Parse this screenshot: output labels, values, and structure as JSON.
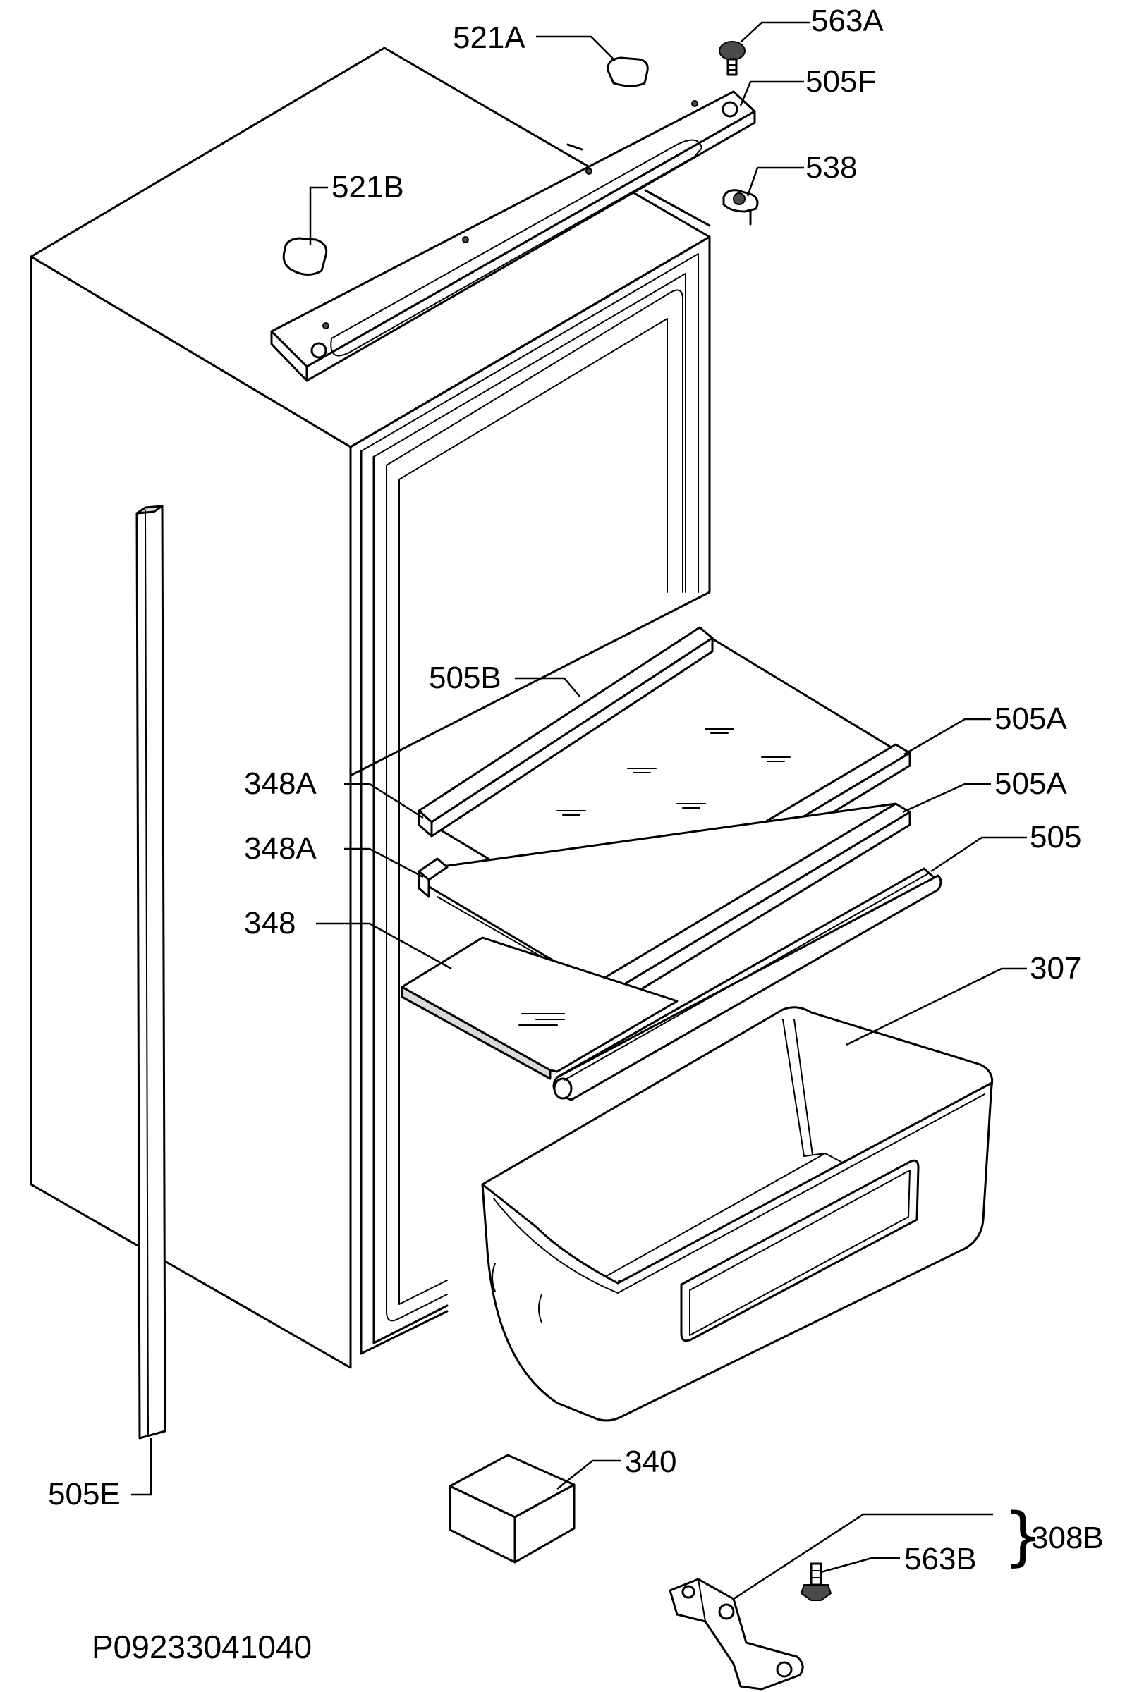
{
  "diagram": {
    "drawing_code": "P09233041040",
    "labels": {
      "p521a": "521A",
      "p563a": "563A",
      "p505f": "505F",
      "p538": "538",
      "p521b": "521B",
      "p505b": "505B",
      "p505a_1": "505A",
      "p505a_2": "505A",
      "p505": "505",
      "p348a_1": "348A",
      "p348a_2": "348A",
      "p348": "348",
      "p307": "307",
      "p340": "340",
      "p505e": "505E",
      "p563b": "563B",
      "p308b": "308B"
    },
    "parts": [
      {
        "id": "521A",
        "icon": "top-cap-icon"
      },
      {
        "id": "563A",
        "icon": "screw-icon"
      },
      {
        "id": "505F",
        "icon": "top-rail-icon"
      },
      {
        "id": "538",
        "icon": "hinge-pin-icon"
      },
      {
        "id": "521B",
        "icon": "top-cap-icon"
      },
      {
        "id": "505B",
        "icon": "shelf-trim-icon"
      },
      {
        "id": "505A",
        "icon": "shelf-trim-icon"
      },
      {
        "id": "505",
        "icon": "shelf-front-profile-icon"
      },
      {
        "id": "348A",
        "icon": "glass-shelf-icon"
      },
      {
        "id": "348",
        "icon": "glass-plate-icon"
      },
      {
        "id": "307",
        "icon": "crisper-drawer-icon"
      },
      {
        "id": "340",
        "icon": "box-icon"
      },
      {
        "id": "505E",
        "icon": "side-strip-icon"
      },
      {
        "id": "563B",
        "icon": "screw-icon"
      },
      {
        "id": "308B",
        "icon": "hinge-bracket-icon"
      }
    ]
  }
}
